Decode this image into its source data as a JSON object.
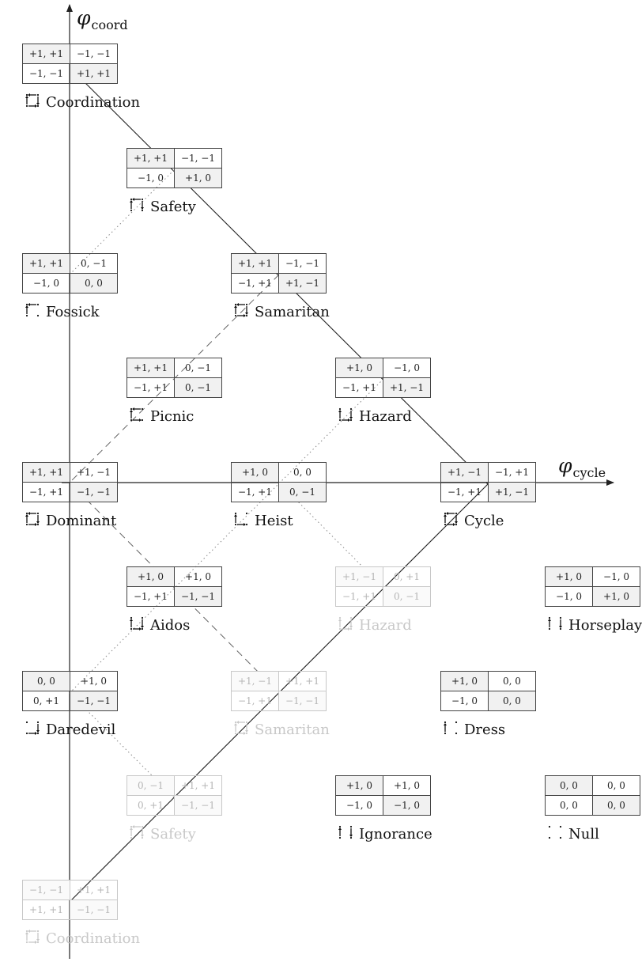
{
  "axes": {
    "x": {
      "symbol": "φ",
      "subscript": "cycle"
    },
    "y": {
      "symbol": "φ",
      "subscript": "coord"
    }
  },
  "games": [
    {
      "id": "coordination-top",
      "name": "Coordination",
      "icon": "coordination-icon",
      "faded": false,
      "cells": [
        "+1, +1",
        "−1, −1",
        "−1, −1",
        "+1, +1"
      ]
    },
    {
      "id": "safety-top",
      "name": "Safety",
      "icon": "safety-icon",
      "faded": false,
      "cells": [
        "+1, +1",
        "−1, −1",
        "−1, 0",
        "+1, 0"
      ]
    },
    {
      "id": "fossick",
      "name": "Fossick",
      "icon": "fossick-icon",
      "faded": false,
      "cells": [
        "+1, +1",
        "0, −1",
        "−1, 0",
        "0, 0"
      ]
    },
    {
      "id": "samaritan-top",
      "name": "Samaritan",
      "icon": "samaritan-icon",
      "faded": false,
      "cells": [
        "+1, +1",
        "−1, −1",
        "−1, +1",
        "+1, −1"
      ]
    },
    {
      "id": "picnic",
      "name": "Picnic",
      "icon": "picnic-icon",
      "faded": false,
      "cells": [
        "+1, +1",
        "0, −1",
        "−1, +1",
        "0, −1"
      ]
    },
    {
      "id": "hazard-top",
      "name": "Hazard",
      "icon": "hazard-icon",
      "faded": false,
      "cells": [
        "+1, 0",
        "−1, 0",
        "−1, +1",
        "+1, −1"
      ]
    },
    {
      "id": "dominant",
      "name": "Dominant",
      "icon": "dominant-icon",
      "faded": false,
      "cells": [
        "+1, +1",
        "+1, −1",
        "−1, +1",
        "−1, −1"
      ]
    },
    {
      "id": "heist",
      "name": "Heist",
      "icon": "heist-icon",
      "faded": false,
      "cells": [
        "+1, 0",
        "0, 0",
        "−1, +1",
        "0, −1"
      ]
    },
    {
      "id": "cycle",
      "name": "Cycle",
      "icon": "cycle-icon",
      "faded": false,
      "cells": [
        "+1, −1",
        "−1, +1",
        "−1, +1",
        "+1, −1"
      ]
    },
    {
      "id": "aidos",
      "name": "Aidos",
      "icon": "aidos-icon",
      "faded": false,
      "cells": [
        "+1, 0",
        "+1, 0",
        "−1, +1",
        "−1, −1"
      ]
    },
    {
      "id": "hazard-faded",
      "name": "Hazard",
      "icon": "hazard-icon",
      "faded": true,
      "cells": [
        "+1, −1",
        "0, +1",
        "−1, +1",
        "0, −1"
      ]
    },
    {
      "id": "horseplay",
      "name": "Horseplay",
      "icon": "horseplay-icon",
      "faded": false,
      "cells": [
        "+1, 0",
        "−1, 0",
        "−1, 0",
        "+1, 0"
      ]
    },
    {
      "id": "daredevil",
      "name": "Daredevil",
      "icon": "daredevil-icon",
      "faded": false,
      "cells": [
        "0, 0",
        "+1, 0",
        "0, +1",
        "−1, −1"
      ]
    },
    {
      "id": "samaritan-faded",
      "name": "Samaritan",
      "icon": "samaritan-icon",
      "faded": true,
      "cells": [
        "+1, −1",
        "+1, +1",
        "−1, +1",
        "−1, −1"
      ]
    },
    {
      "id": "dress",
      "name": "Dress",
      "icon": "dress-icon",
      "faded": false,
      "cells": [
        "+1, 0",
        "0, 0",
        "−1, 0",
        "0, 0"
      ]
    },
    {
      "id": "safety-faded",
      "name": "Safety",
      "icon": "safety-icon",
      "faded": true,
      "cells": [
        "0, −1",
        "+1, +1",
        "0, +1",
        "−1, −1"
      ]
    },
    {
      "id": "ignorance",
      "name": "Ignorance",
      "icon": "ignorance-icon",
      "faded": false,
      "cells": [
        "+1, 0",
        "+1, 0",
        "−1, 0",
        "−1, 0"
      ]
    },
    {
      "id": "null",
      "name": "Null",
      "icon": "null-icon",
      "faded": false,
      "cells": [
        "0, 0",
        "0, 0",
        "0, 0",
        "0, 0"
      ]
    },
    {
      "id": "coordination-faded",
      "name": "Coordination",
      "icon": "coordination-icon",
      "faded": true,
      "cells": [
        "−1, −1",
        "+1, +1",
        "+1, +1",
        "−1, −1"
      ]
    }
  ]
}
